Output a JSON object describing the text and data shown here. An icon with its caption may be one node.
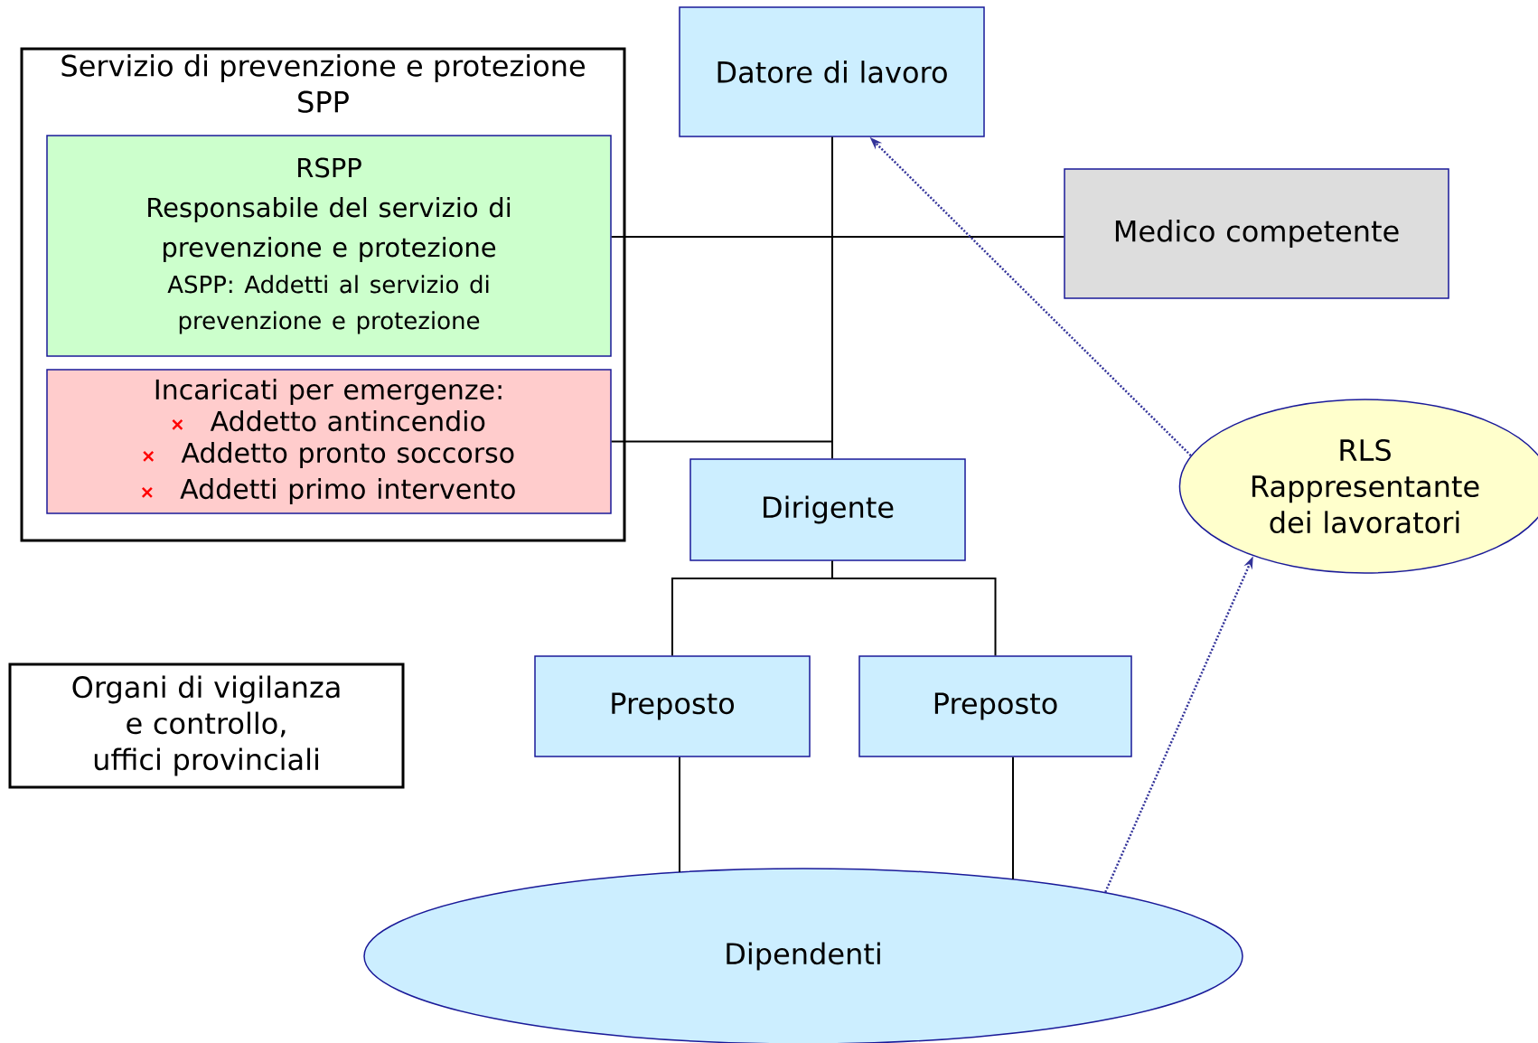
{
  "diagram": {
    "nodes": [
      {
        "text": [
          "Servizio di prevenzione e protezione SPP"
        ]
      },
      {
        "text": [
          "RSPP",
          "Responsabile del servizio di prevenzione e protezione",
          "ASPP: Addetti al servizio di prevenzione e protezione"
        ],
        "in": 0
      },
      {
        "text": [
          "Incaricati per emergenze:",
          "Addetto antincendio",
          "Addetto pronto soccorso",
          "Addetti primo intervento"
        ],
        "in": 0
      },
      {
        "text": [
          "Datore di lavoro"
        ]
      },
      {
        "text": [
          "Medico competente"
        ]
      },
      {
        "text": [
          "RLS",
          "Rappresentante dei lavoratori"
        ]
      },
      {
        "text": [
          "Dirigente"
        ]
      },
      {
        "text": [
          "Preposto"
        ]
      },
      {
        "text": [
          "Preposto"
        ]
      },
      {
        "text": [
          "Organi di vigilanza e controllo, uffici provinciali"
        ]
      },
      {
        "text": [
          "Dipendenti"
        ]
      }
    ],
    "edges": [
      {
        "from": 3,
        "to": 6,
        "arrow": "none"
      },
      {
        "from": 1,
        "to": 4,
        "arrow": "none"
      },
      {
        "from": 2,
        "to": 3,
        "arrow": "none"
      },
      {
        "from": 6,
        "to": 7,
        "arrow": "none"
      },
      {
        "from": 6,
        "to": 8,
        "arrow": "none"
      },
      {
        "from": 7,
        "to": 10,
        "arrow": "none"
      },
      {
        "from": 8,
        "to": 10,
        "arrow": "none"
      },
      {
        "from": 5,
        "to": 3,
        "arrow": "to",
        "style": "dashed",
        "color": "#333399"
      },
      {
        "from": 10,
        "to": 5,
        "arrow": "to",
        "style": "dashed",
        "color": "#333399"
      }
    ]
  }
}
